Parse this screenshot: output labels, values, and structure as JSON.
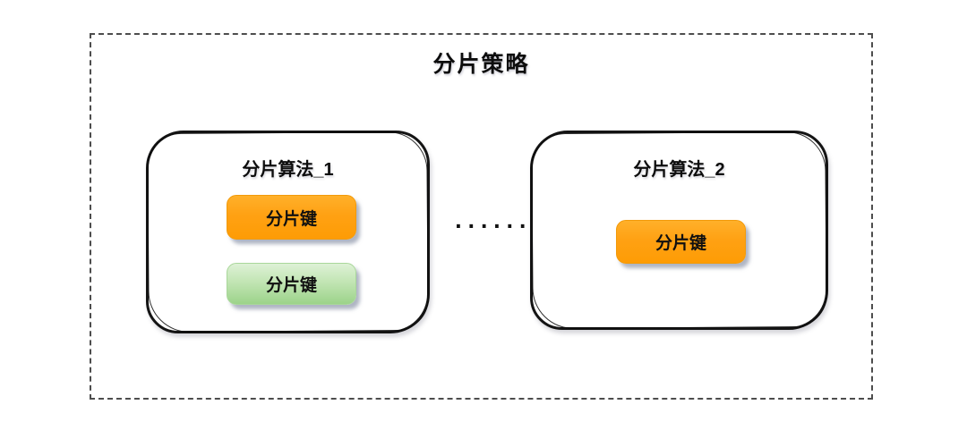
{
  "diagram": {
    "title": "分片策略",
    "ellipsis": ".......",
    "groups": [
      {
        "title": "分片算法_1",
        "keys": [
          {
            "label": "分片键",
            "color": "#FFA113"
          },
          {
            "label": "分片键",
            "color": "#9CD38A"
          }
        ]
      },
      {
        "title": "分片算法_2",
        "keys": [
          {
            "label": "分片键",
            "color": "#FFA113"
          }
        ]
      }
    ],
    "colors": {
      "orange_key": "#FFA113",
      "green_key": "#9CD38A",
      "box_border": "#141414",
      "dashed_frame": "#4D4D4D",
      "background": "#FFFFFF"
    }
  }
}
